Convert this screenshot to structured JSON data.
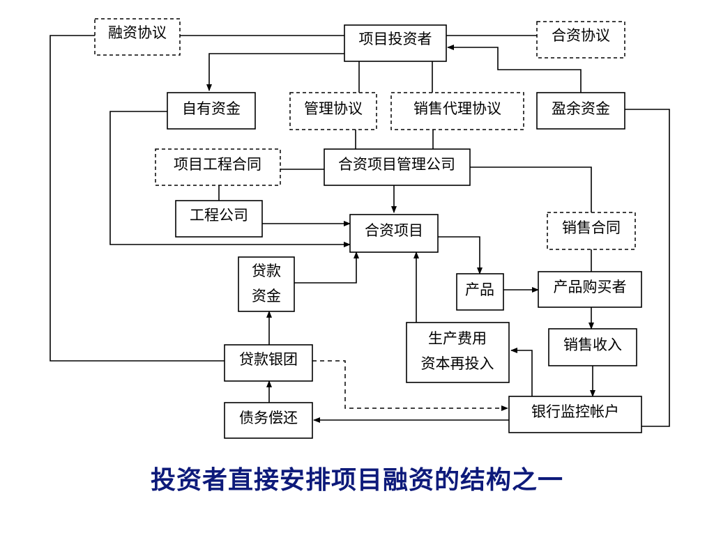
{
  "title": "投资者直接安排项目融资的结构之一",
  "colors": {
    "title": "#0d1a7a",
    "stroke": "#000000",
    "box_fill": "#ffffff"
  },
  "nodes": {
    "investor": "项目投资者",
    "financing_agreement": "融资协议",
    "jv_agreement": "合资协议",
    "own_funds": "自有资金",
    "management_agreement": "管理协议",
    "sales_agency_agreement": "销售代理协议",
    "surplus_funds": "盈余资金",
    "project_engineering_contract": "项目工程合同",
    "jv_management_company": "合资项目管理公司",
    "engineering_company": "工程公司",
    "jv_project": "合资项目",
    "sales_contract": "销售合同",
    "loan_funds_1": "贷款",
    "loan_funds_2": "资金",
    "product": "产品",
    "product_buyer": "产品购买者",
    "production_cost_1": "生产费用",
    "production_cost_2": "资本再投入",
    "sales_revenue": "销售收入",
    "loan_syndicate": "贷款银团",
    "debt_repayment": "债务偿还",
    "bank_escrow_account": "银行监控帐户"
  }
}
